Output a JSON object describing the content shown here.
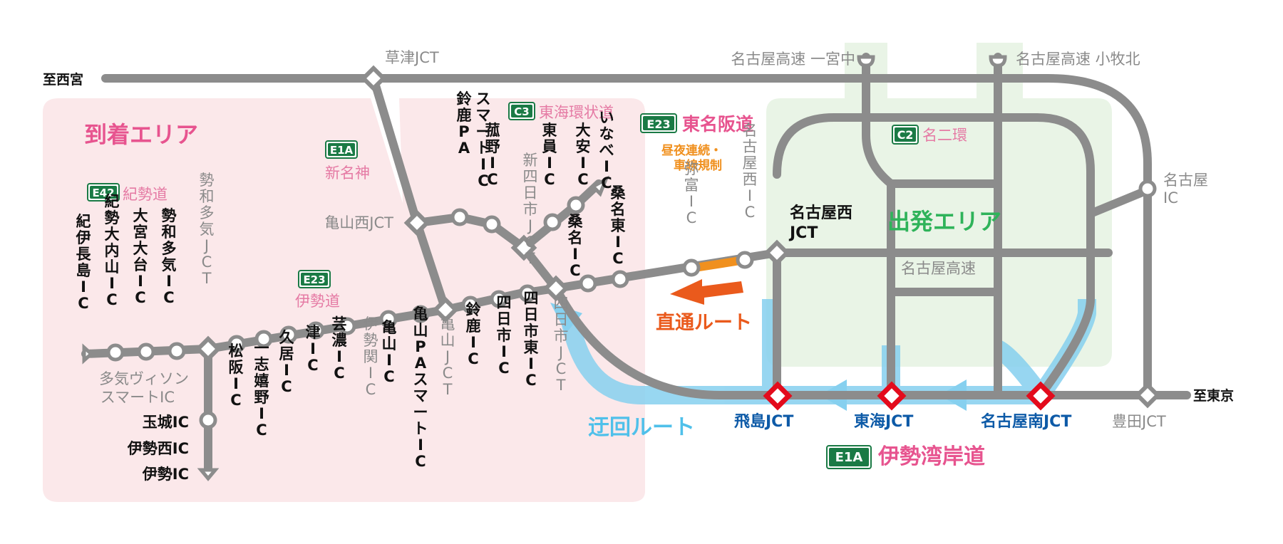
{
  "areas": {
    "arrival": "到着エリア",
    "departure": "出発エリア"
  },
  "routes": {
    "direct": "直通ルート",
    "detour": "迂回ルート"
  },
  "roads": {
    "e1a_shinmeishin": {
      "code": "E1A",
      "name": "新名神"
    },
    "e42": {
      "code": "E42",
      "name": "紀勢道"
    },
    "e23_ise": {
      "code": "E23",
      "name": "伊勢道"
    },
    "c3": {
      "code": "C3",
      "name": "東海環状道"
    },
    "e23_meihan": {
      "code": "E23",
      "name": "東名阪道"
    },
    "c2": {
      "code": "C2",
      "name": "名二環"
    },
    "e1a_isewangan": {
      "code": "E1A",
      "name": "伊勢湾岸道"
    }
  },
  "notes": {
    "night_work": [
      "昼夜連続・",
      "車線規制"
    ]
  },
  "labels": {
    "to_nishinomiya": "至西宮",
    "to_tokyo": "至東京",
    "kusatsu": "草津JCT",
    "nagoya_ichinomiya": "名古屋高速 一宮中",
    "nagoya_komaki": "名古屋高速 小牧北",
    "nagoya_ic": [
      "名古屋",
      "IC"
    ],
    "kameyama_nishi": "亀山西JCT",
    "nagoya_nishi_jct": [
      "名古屋西",
      "JCT"
    ],
    "nagoya_kosoku": "名古屋高速",
    "taki_vison": [
      "多気ヴィソン",
      "スマートIC"
    ],
    "tamaki": "玉城IC",
    "ise_nishi": "伊勢西IC",
    "ise": "伊勢IC",
    "tobishima": "飛島JCT",
    "tokai": "東海JCT",
    "nagoya_minami": "名古屋南JCT",
    "toyota": "豊田JCT"
  },
  "vertical_dark": [
    "紀伊長島IC",
    "紀勢大内山IC",
    "大宮大台IC",
    "勢和多気IC",
    "松阪IC",
    "一志嬉野IC",
    "久居IC",
    "津IC",
    "芸濃IC",
    "亀山IC",
    "亀山PAスマートIC",
    "鈴鹿IC",
    "四日市IC",
    "四日市東IC",
    "鈴鹿PA",
    "スマートIC",
    "菰野IC",
    "東員IC",
    "大安IC",
    "いなべIC",
    "桑名IC",
    "桑名東IC"
  ],
  "vertical_gray": [
    "勢和多気JCT",
    "伊勢関IC",
    "亀山JCT",
    "四日市JCT",
    "新四日市JCT",
    "弥富IC",
    "名古屋西IC"
  ],
  "colors": {
    "road": "#8c8c8c",
    "arrival_bg": "#fbe8ea",
    "departure_bg": "#e9f4e6",
    "detour": "#86d0ef",
    "direct": "#ea5a1c",
    "jct_red": "#e30b1c",
    "badge_green": "#1a7a45"
  }
}
